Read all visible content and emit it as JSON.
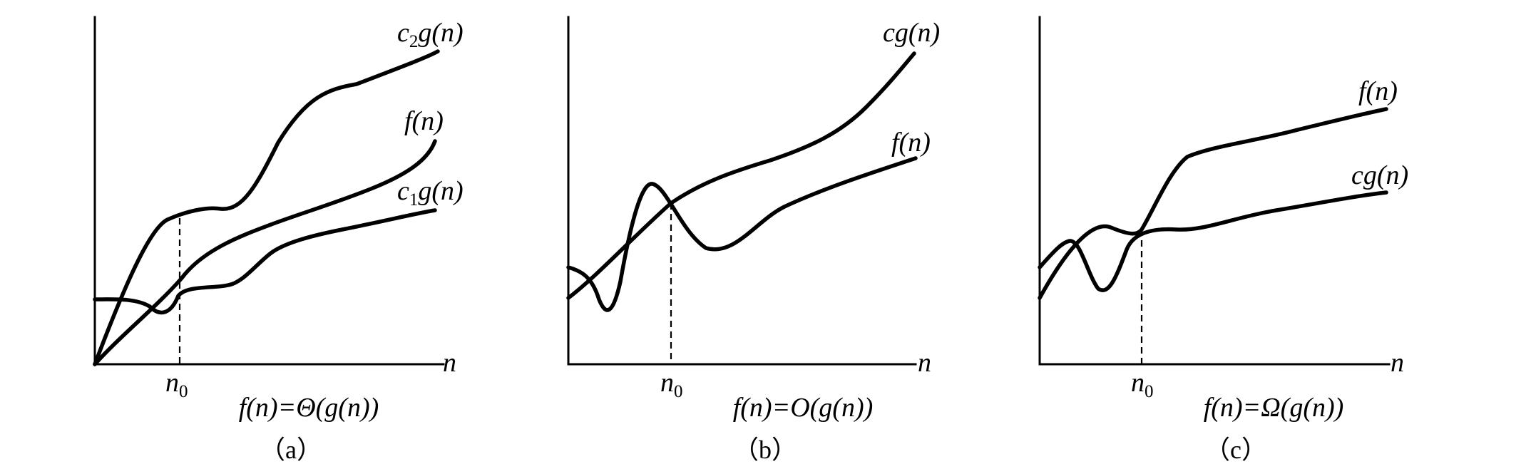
{
  "panels": [
    {
      "id": "a",
      "axis_label": "n",
      "n0_label": "n",
      "n0_sub": "0",
      "curves": [
        {
          "id": "upper",
          "prefix": "c",
          "sub": "2",
          "rest": "g(n)"
        },
        {
          "id": "f",
          "prefix": "f(n)",
          "sub": "",
          "rest": ""
        },
        {
          "id": "lower",
          "prefix": "c",
          "sub": "1",
          "rest": "g(n)"
        }
      ],
      "relation": "f(n)=Θ(g(n))",
      "caption": "（a）"
    },
    {
      "id": "b",
      "axis_label": "n",
      "n0_label": "n",
      "n0_sub": "0",
      "curves": [
        {
          "id": "upper",
          "prefix": "cg(n)",
          "sub": "",
          "rest": ""
        },
        {
          "id": "f",
          "prefix": "f(n)",
          "sub": "",
          "rest": ""
        }
      ],
      "relation": "f(n)=O(g(n))",
      "caption": "（b）"
    },
    {
      "id": "c",
      "axis_label": "n",
      "n0_label": "n",
      "n0_sub": "0",
      "curves": [
        {
          "id": "f",
          "prefix": "f(n)",
          "sub": "",
          "rest": ""
        },
        {
          "id": "lower",
          "prefix": "cg(n)",
          "sub": "",
          "rest": ""
        }
      ],
      "relation": "f(n)=Ω(g(n))",
      "caption": "（c）"
    }
  ]
}
